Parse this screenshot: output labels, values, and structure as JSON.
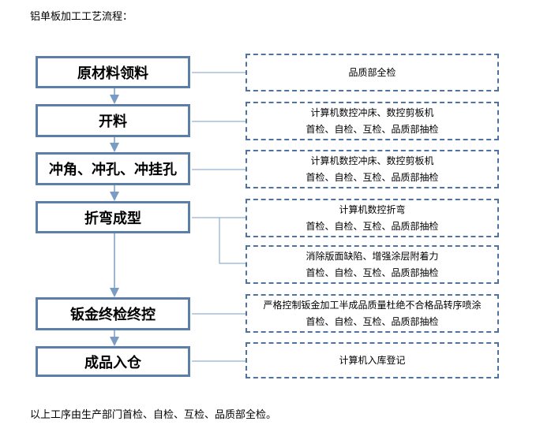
{
  "title": "铝单板加工工艺流程：",
  "steps": [
    {
      "label": "原材料领料"
    },
    {
      "label": "开料"
    },
    {
      "label": "冲角、冲孔、冲挂孔"
    },
    {
      "label": "折弯成型"
    },
    {
      "label": "钣金终检终控"
    },
    {
      "label": "成品入仓"
    }
  ],
  "notes": [
    {
      "lines": [
        "品质部全检"
      ]
    },
    {
      "lines": [
        "计算机数控冲床、数控剪板机",
        "首检、自检、互检、品质部抽检"
      ]
    },
    {
      "lines": [
        "计算机数控冲床、数控剪板机",
        "首检、自检、互检、品质部抽检"
      ]
    },
    {
      "lines": [
        "计算机数控折弯",
        "首检、自检、互检、品质部抽检"
      ]
    },
    {
      "lines": [
        "消除版面缺陷、增强涂层附着力",
        "首检、自检、互检、品质部抽检"
      ]
    },
    {
      "lines": [
        "严格控制钣金加工半成品质量杜绝不合格品转序喷涂",
        "首检、自检、互检、品质部抽检"
      ]
    },
    {
      "lines": [
        "计算机入库登记"
      ]
    }
  ],
  "footer": "以上工序由生产部门首检、自检、互检、品质部全检。",
  "colors": {
    "box_border": "#5b7fa8",
    "dashed_border": "#4f72a0",
    "arrow": "#7a9cc4"
  }
}
